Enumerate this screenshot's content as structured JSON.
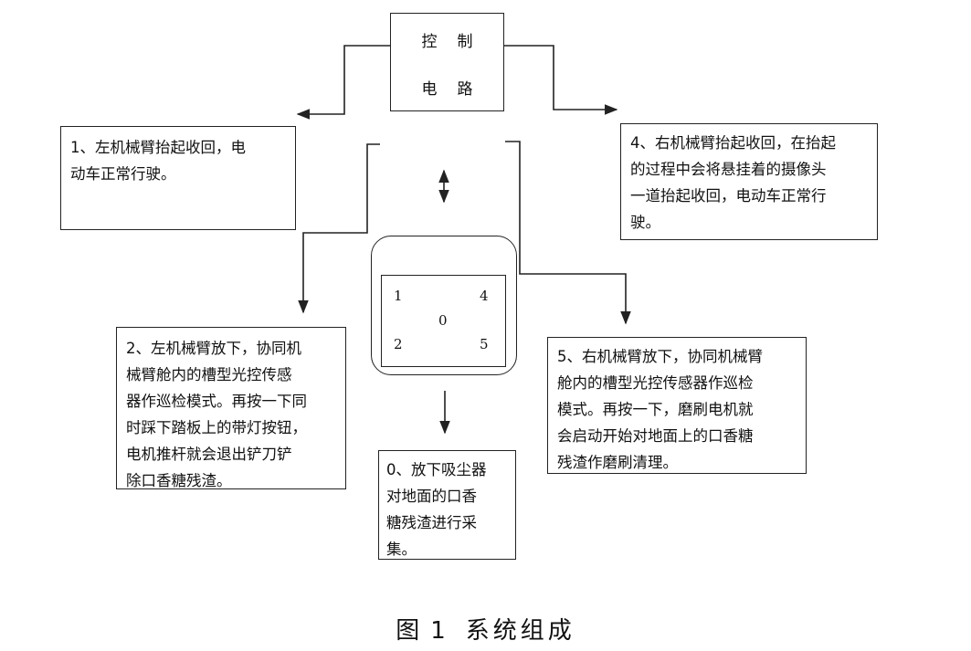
{
  "control": {
    "line1": "控制",
    "line2": "电路"
  },
  "boxes": {
    "box1": [
      "1、左机械臂抬起收回，电",
      "动车正常行驶。"
    ],
    "box4": [
      "4、右机械臂抬起收回，在抬起",
      "的过程中会将悬挂着的摄像头",
      "一道抬起收回，电动车正常行",
      "驶。"
    ],
    "box2": [
      "2、左机械臂放下，协同机",
      "械臂舱内的槽型光控传感",
      "器作巡检模式。再按一下同",
      "时踩下踏板上的带灯按钮，",
      "电机推杆就会退出铲刀铲",
      "除口香糖残渣。"
    ],
    "box5": [
      "5、右机械臂放下，协同机械臂",
      "舱内的槽型光控传感器作巡检",
      "模式。再按一下，磨刷电机就",
      "会启动开始对地面上的口香糖",
      "残渣作磨刷清理。"
    ],
    "box0": [
      "0、放下吸尘器",
      "对地面的口香",
      "糖残渣进行采",
      "集。"
    ]
  },
  "panel": {
    "key1": "1",
    "key4": "4",
    "key0": "0",
    "key2": "2",
    "key5": "5"
  },
  "caption": {
    "label": "图",
    "number": "1",
    "title": "系统组成"
  }
}
